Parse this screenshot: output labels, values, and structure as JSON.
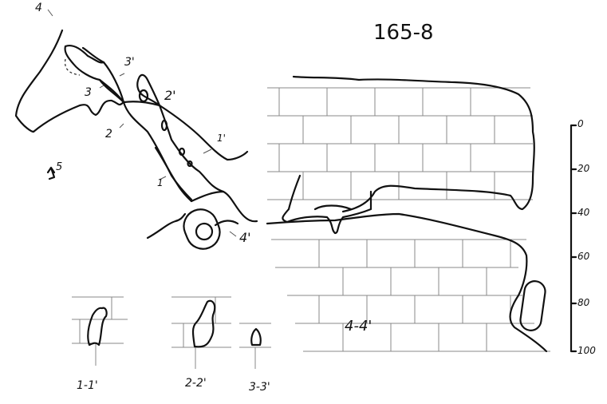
{
  "title": "165-8",
  "plan_labels": {
    "p4": "4",
    "p4b": "4'",
    "p3": "3",
    "p3b": "3'",
    "p2": "2",
    "p2b": "2'",
    "p1": "1",
    "p1b": "1'",
    "compass": "5"
  },
  "section_label": "4-4'",
  "cross_sections": [
    "1-1'",
    "2-2'",
    "3-3'"
  ],
  "scale_ticks": [
    "0",
    "20",
    "40",
    "60",
    "80",
    "100"
  ]
}
